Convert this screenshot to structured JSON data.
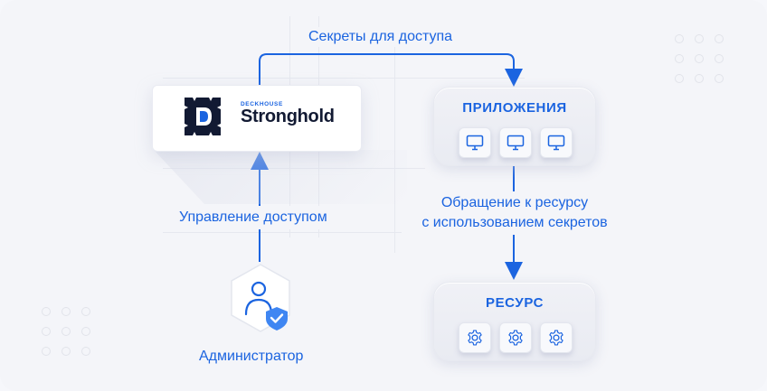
{
  "labels": {
    "secrets_access": "Секреты для доступа",
    "access_management": "Управление доступом",
    "resource_request_line1": "Обращение к ресурсу",
    "resource_request_line2": "с использованием секретов",
    "administrator": "Администратор"
  },
  "brand": {
    "small": "DECKHOUSE",
    "name": "Stronghold"
  },
  "apps_panel": {
    "title": "ПРИЛОЖЕНИЯ",
    "icons": [
      "monitor-icon",
      "monitor-icon",
      "monitor-icon"
    ]
  },
  "resource_panel": {
    "title": "РЕСУРС",
    "icons": [
      "gear-icon",
      "gear-icon",
      "gear-icon"
    ]
  },
  "colors": {
    "accent": "#1b64e0",
    "logo_dark": "#121a33",
    "check_badge": "#3f86f2"
  }
}
